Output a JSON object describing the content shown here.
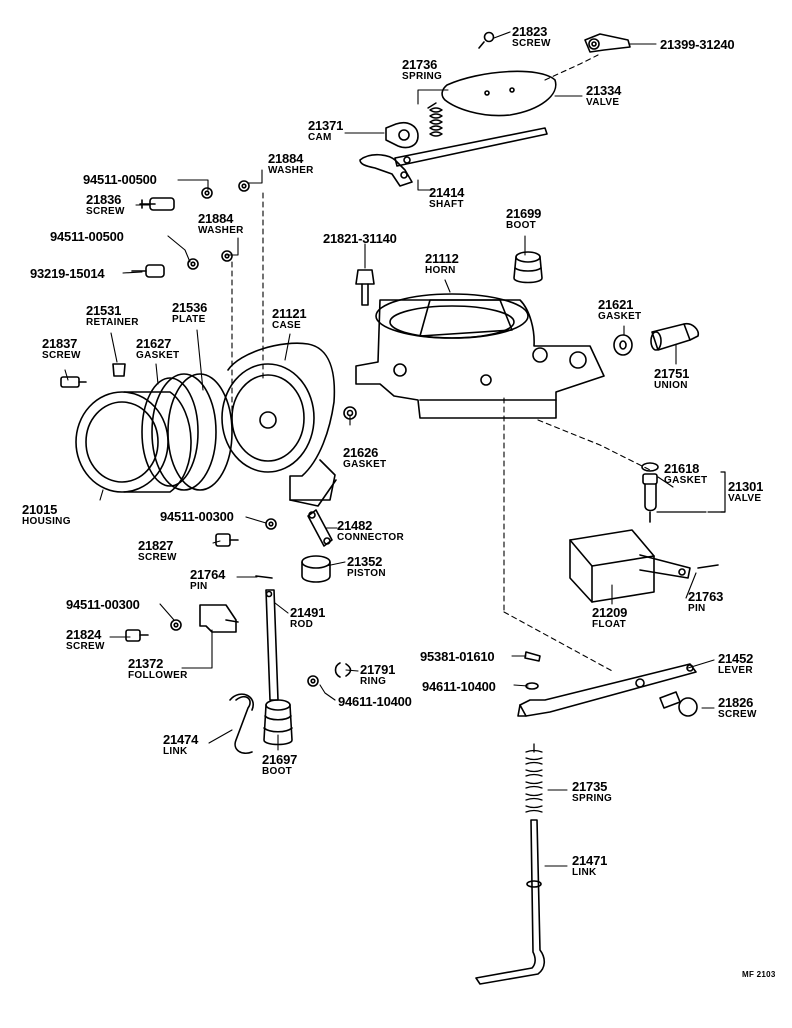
{
  "sheet_code": "MF 2103",
  "parts": [
    {
      "id": "p21823",
      "number": "21823",
      "name": "SCREW"
    },
    {
      "id": "p21399",
      "number": "21399-31240",
      "name": ""
    },
    {
      "id": "p21736",
      "number": "21736",
      "name": "SPRING"
    },
    {
      "id": "p21334",
      "number": "21334",
      "name": "VALVE"
    },
    {
      "id": "p21371",
      "number": "21371",
      "name": "CAM"
    },
    {
      "id": "p21884a",
      "number": "21884",
      "name": "WASHER"
    },
    {
      "id": "p94511a",
      "number": "94511-00500",
      "name": ""
    },
    {
      "id": "p21414",
      "number": "21414",
      "name": "SHAFT"
    },
    {
      "id": "p21836",
      "number": "21836",
      "name": "SCREW"
    },
    {
      "id": "p21884b",
      "number": "21884",
      "name": "WASHER"
    },
    {
      "id": "p21699",
      "number": "21699",
      "name": "BOOT"
    },
    {
      "id": "p94511b",
      "number": "94511-00500",
      "name": ""
    },
    {
      "id": "p21821",
      "number": "21821-31140",
      "name": ""
    },
    {
      "id": "p21112",
      "number": "21112",
      "name": "HORN"
    },
    {
      "id": "p93219",
      "number": "93219-15014",
      "name": ""
    },
    {
      "id": "p21531",
      "number": "21531",
      "name": "RETAINER"
    },
    {
      "id": "p21536",
      "number": "21536",
      "name": "PLATE"
    },
    {
      "id": "p21121",
      "number": "21121",
      "name": "CASE"
    },
    {
      "id": "p21621",
      "number": "21621",
      "name": "GASKET"
    },
    {
      "id": "p21837",
      "number": "21837",
      "name": "SCREW"
    },
    {
      "id": "p21627",
      "number": "21627",
      "name": "GASKET"
    },
    {
      "id": "p21751",
      "number": "21751",
      "name": "UNION"
    },
    {
      "id": "p21626",
      "number": "21626",
      "name": "GASKET"
    },
    {
      "id": "p21618",
      "number": "21618",
      "name": "GASKET"
    },
    {
      "id": "p21301",
      "number": "21301",
      "name": "VALVE"
    },
    {
      "id": "p21015",
      "number": "21015",
      "name": "HOUSING"
    },
    {
      "id": "p94511c",
      "number": "94511-00300",
      "name": ""
    },
    {
      "id": "p21482",
      "number": "21482",
      "name": "CONNECTOR"
    },
    {
      "id": "p21827",
      "number": "21827",
      "name": "SCREW"
    },
    {
      "id": "p21352",
      "number": "21352",
      "name": "PISTON"
    },
    {
      "id": "p21764",
      "number": "21764",
      "name": "PIN"
    },
    {
      "id": "p21209",
      "number": "21209",
      "name": "FLOAT"
    },
    {
      "id": "p21763",
      "number": "21763",
      "name": "PIN"
    },
    {
      "id": "p94511d",
      "number": "94511-00300",
      "name": ""
    },
    {
      "id": "p21491",
      "number": "21491",
      "name": "ROD"
    },
    {
      "id": "p21824",
      "number": "21824",
      "name": "SCREW"
    },
    {
      "id": "p95381",
      "number": "95381-01610",
      "name": ""
    },
    {
      "id": "p21452",
      "number": "21452",
      "name": "LEVER"
    },
    {
      "id": "p21372",
      "number": "21372",
      "name": "FOLLOWER"
    },
    {
      "id": "p21791",
      "number": "21791",
      "name": "RING"
    },
    {
      "id": "p94611a",
      "number": "94611-10400",
      "name": ""
    },
    {
      "id": "p94611b",
      "number": "94611-10400",
      "name": ""
    },
    {
      "id": "p21826",
      "number": "21826",
      "name": "SCREW"
    },
    {
      "id": "p21474",
      "number": "21474",
      "name": "LINK"
    },
    {
      "id": "p21697",
      "number": "21697",
      "name": "BOOT"
    },
    {
      "id": "p21735",
      "number": "21735",
      "name": "SPRING"
    },
    {
      "id": "p21471",
      "number": "21471",
      "name": "LINK"
    }
  ]
}
